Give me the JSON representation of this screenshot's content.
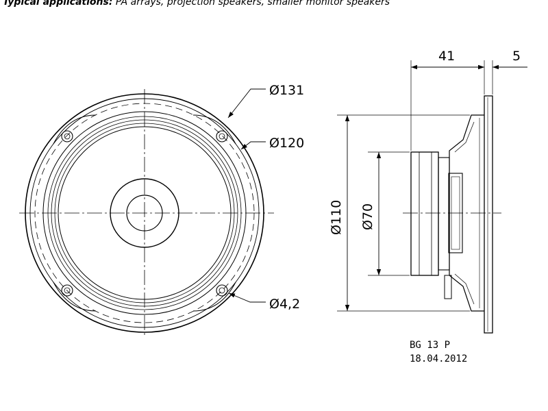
{
  "header": {
    "label": "Typical applications:",
    "text": " PA arrays, projection speakers, smaller monitor speakers"
  },
  "front_view": {
    "outer_diameter_label": "Ø131",
    "hole_circle_label": "Ø120",
    "hole_label": "Ø4,2"
  },
  "side_view": {
    "depth_label": "41",
    "flange_label": "5",
    "basket_diameter_label": "Ø110",
    "magnet_diameter_label": "Ø70"
  },
  "model": {
    "name": "BG 13 P",
    "date": "18.04.2012"
  }
}
